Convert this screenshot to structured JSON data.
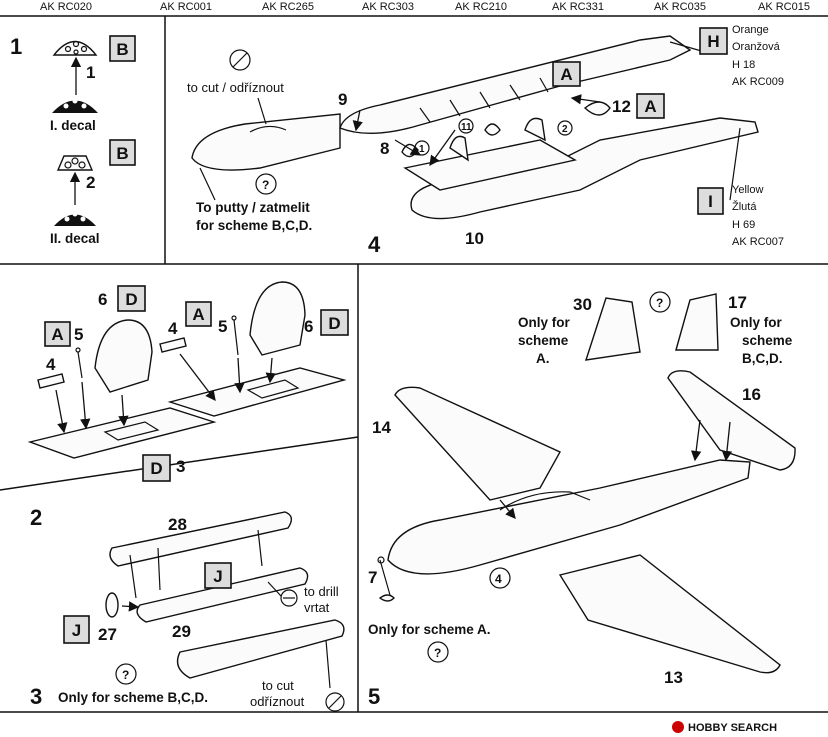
{
  "paint_codes": [
    "AK RC020",
    "AK RC001",
    "AK RC265",
    "AK RC303",
    "AK RC210",
    "AK RC331",
    "AK RC035",
    "AK RC015"
  ],
  "steps": {
    "s1": "1",
    "s2": "2",
    "s3": "3",
    "s4": "4",
    "s5": "5"
  },
  "step1": {
    "part_1": "1",
    "part_2": "2",
    "decal_1": "I. decal",
    "decal_2": "II. decal",
    "marker": "B"
  },
  "step_cut": {
    "cut_text": "to cut / odříznout",
    "putty_line1": "To putty / zatmelit",
    "putty_line2": "for scheme B,C,D."
  },
  "step4": {
    "parts": [
      "9",
      "8",
      "12",
      "10",
      "11"
    ],
    "circle_1": "1",
    "circle_2": "2",
    "marker_A": "A",
    "color_H": {
      "letter": "H",
      "name_en": "Orange",
      "name_cz": "Oranžová",
      "code": "H 18",
      "ak": "AK RC009"
    },
    "color_I": {
      "letter": "I",
      "name_en": "Yellow",
      "name_cz": "Žlutá",
      "code": "H 69",
      "ak": "AK RC007"
    }
  },
  "step2": {
    "parts": [
      "6",
      "5",
      "4",
      "3"
    ],
    "markers": [
      "D",
      "A",
      "D",
      "A",
      "D"
    ]
  },
  "step3": {
    "parts": [
      "28",
      "27",
      "29"
    ],
    "marker_J": "J",
    "drill_line1": "to drill",
    "drill_line2": "vrtat",
    "scheme_note": "Only for scheme B,C,D.",
    "cut_line1": "to cut",
    "cut_line2": "odříznout"
  },
  "step5": {
    "parts": [
      "30",
      "17",
      "16",
      "14",
      "7",
      "13"
    ],
    "circle_4": "4",
    "onlyA_line1": "Only for",
    "onlyA_line2": "scheme",
    "onlyA_line3": "A.",
    "onlyBCD_line1": "Only for",
    "onlyBCD_line2": "scheme",
    "onlyBCD_line3": "B,C,D.",
    "bottom_note": "Only for scheme A."
  },
  "watermark": "HOBBY SEARCH",
  "colors": {
    "marker_fill": "#dddddd",
    "ink": "#111111"
  }
}
